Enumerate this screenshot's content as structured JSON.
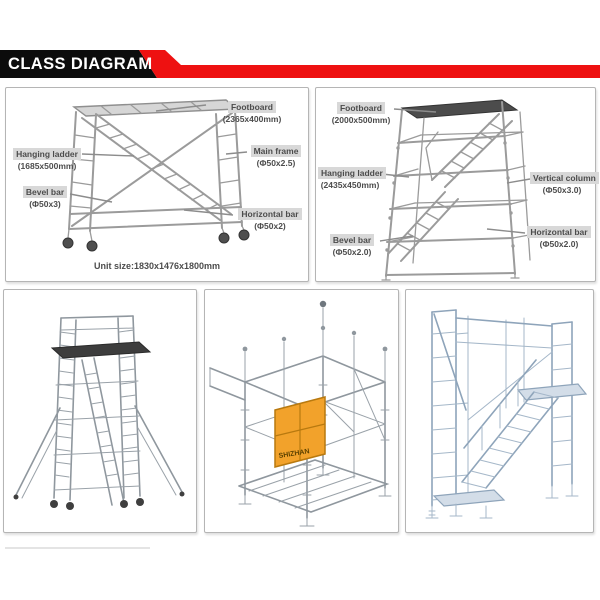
{
  "header": {
    "title": "CLASS DIAGRAM"
  },
  "colors": {
    "banner_black": "#0c0c0c",
    "accent_red": "#ee1111",
    "label_bg": "#d8d8d8",
    "label_text": "#4c4c4c",
    "diagram_line_gray": "#9b9b9b",
    "steel_gray": "#8f979e",
    "steel_blue": "#8ea4ba",
    "gate_yellow": "#f2a22b",
    "platform_dark": "#3d3d3d"
  },
  "frame_scaffold_panel": {
    "labels": {
      "footboard": {
        "name": "Footboard",
        "dim": "(2365x400mm)"
      },
      "hanging_ladder": {
        "name": "Hanging ladder",
        "dim": "(1685x500mm)"
      },
      "main_frame": {
        "name": "Main frame",
        "dim": "(Φ50x2.5)"
      },
      "bevel_bar": {
        "name": "Bevel bar",
        "dim": "(Φ50x3)"
      },
      "horizontal_bar": {
        "name": "Horizontal bar",
        "dim": "(Φ50x2)"
      }
    },
    "unit_size": "Unit size:1830x1476x1800mm"
  },
  "stair_scaffold_panel": {
    "labels": {
      "footboard": {
        "name": "Footboard",
        "dim": "(2000x500mm)"
      },
      "hanging_ladder": {
        "name": "Hanging ladder",
        "dim": "(2435x450mm)"
      },
      "vertical_column": {
        "name": "Vertical column",
        "dim": "(Φ50x3.0)"
      },
      "bevel_bar": {
        "name": "Bevel bar",
        "dim": "(Φ50x2.0)"
      },
      "horizontal_bar": {
        "name": "Horizontal bar",
        "dim": "(Φ50x2.0)"
      }
    }
  },
  "photo_panels": {
    "ringlock_gate_text": "SHIZHAN"
  }
}
